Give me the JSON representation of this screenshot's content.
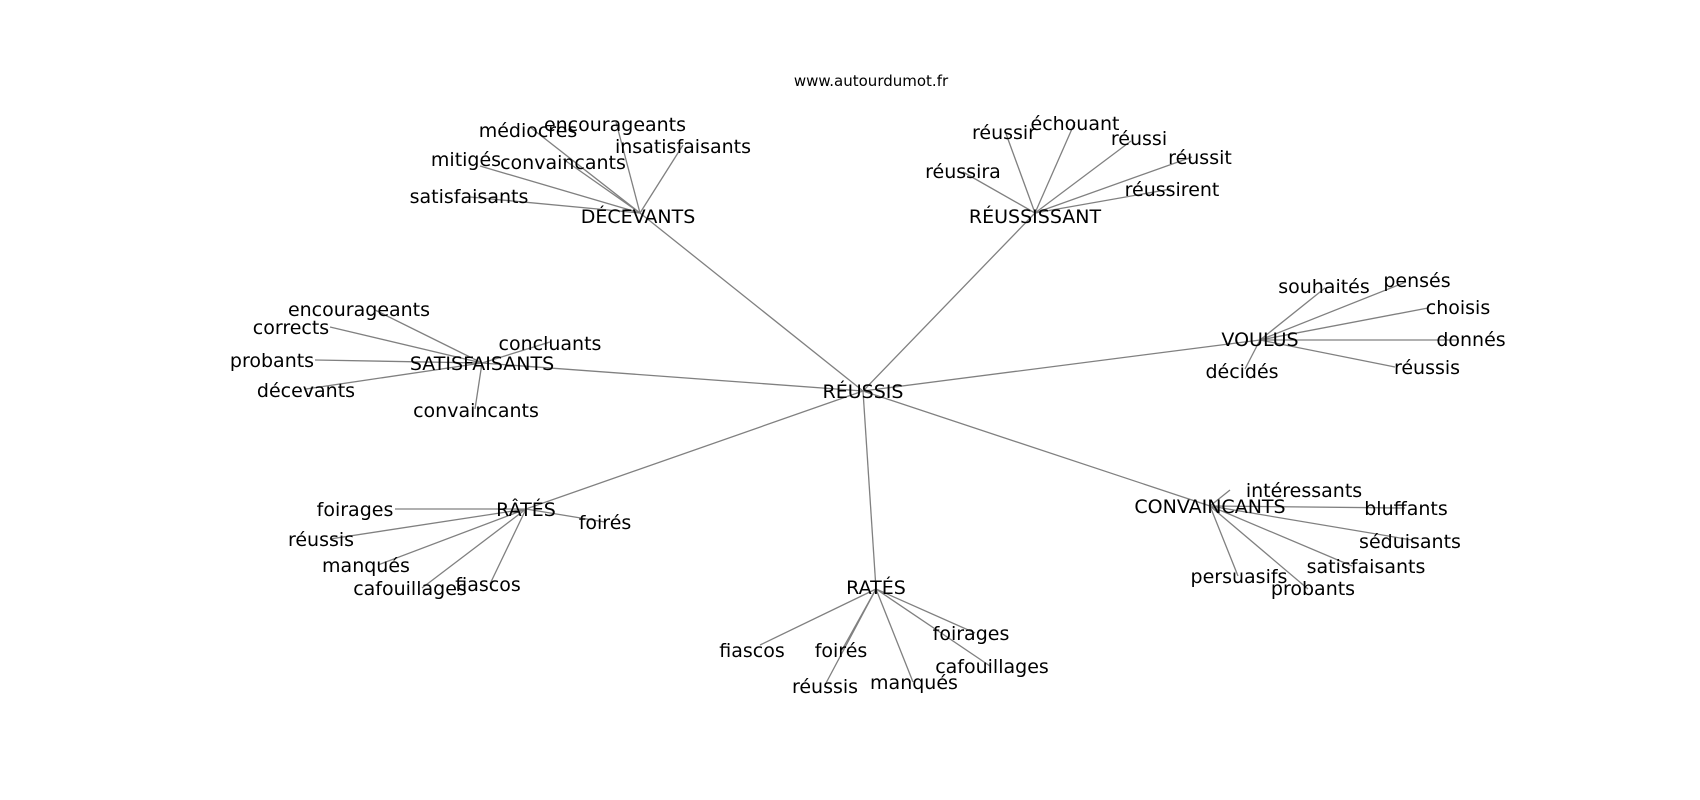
{
  "site": "www.autourdumot.fr",
  "graph": {
    "root": "RÉUSSIS",
    "clusters": [
      {
        "label": "DÉCEVANTS",
        "children": [
          "encourageants",
          "médiocres",
          "insatisfaisants",
          "convaincants",
          "mitigés",
          "satisfaisants"
        ]
      },
      {
        "label": "RÉUSSISSANT",
        "children": [
          "échouant",
          "réussir",
          "réussi",
          "réussit",
          "réussira",
          "réussirent"
        ]
      },
      {
        "label": "VOULUS",
        "children": [
          "pensés",
          "souhaités",
          "choisis",
          "donnés",
          "réussis",
          "décidés"
        ]
      },
      {
        "label": "SATISFAISANTS",
        "children": [
          "encourageants",
          "corrects",
          "concluants",
          "probants",
          "décevants",
          "convaincants"
        ]
      },
      {
        "label": "RÂTÉS",
        "children": [
          "foirages",
          "foirés",
          "réussis",
          "manqués",
          "cafouillages",
          "fiascos"
        ]
      },
      {
        "label": "CONVAINCANTS",
        "children": [
          "intéressants",
          "bluffants",
          "séduisants",
          "satisfaisants",
          "persuasifs",
          "probants"
        ]
      },
      {
        "label": "RATÉS",
        "children": [
          "foirages",
          "fiascos",
          "foirés",
          "cafouillages",
          "manqués",
          "réussis"
        ]
      }
    ]
  }
}
